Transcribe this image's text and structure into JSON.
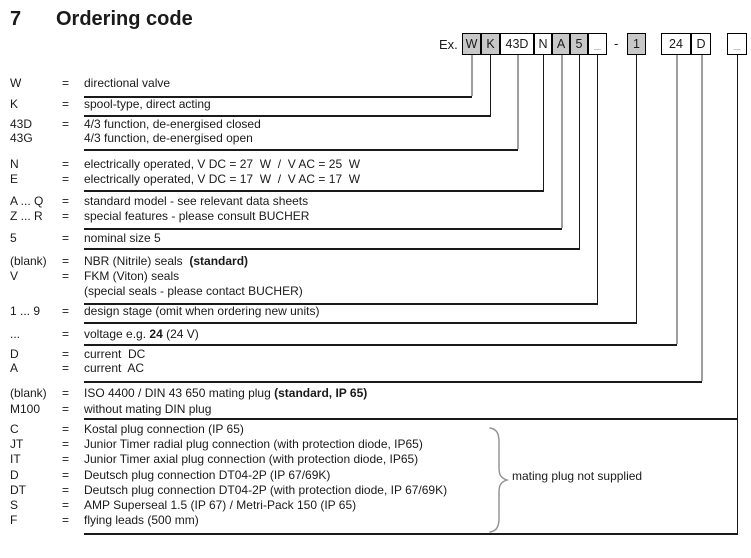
{
  "title": {
    "number": "7",
    "text": "Ordering code"
  },
  "example": {
    "label": "Ex.",
    "separator": "-",
    "boxes": [
      {
        "code": "W",
        "shaded": true,
        "muted_code": false
      },
      {
        "code": "K",
        "shaded": true,
        "muted_code": false
      },
      {
        "code": "43D",
        "shaded": false,
        "muted_code": false
      },
      {
        "code": "N",
        "shaded": false,
        "muted_code": false
      },
      {
        "code": "A",
        "shaded": true,
        "muted_code": false
      },
      {
        "code": "5",
        "shaded": true,
        "muted_code": false
      },
      {
        "code": "_",
        "shaded": false,
        "muted_code": true
      },
      {
        "code": "1",
        "shaded": true,
        "muted_code": false
      },
      {
        "code": "24",
        "shaded": false,
        "muted_code": false
      },
      {
        "code": "D",
        "shaded": false,
        "muted_code": false
      },
      {
        "code": "_",
        "shaded": false,
        "muted_code": true
      }
    ]
  },
  "groups": [
    {
      "entries": [
        {
          "code": "W",
          "eq": "=",
          "desc": [
            {
              "t": "directional valve"
            }
          ]
        }
      ]
    },
    {
      "entries": [
        {
          "code": "K",
          "eq": "=",
          "desc": [
            {
              "t": "spool-type, direct acting"
            }
          ]
        }
      ]
    },
    {
      "entries": [
        {
          "code": "43D",
          "eq": "=",
          "desc": [
            {
              "t": "4/3 function, de-energised closed"
            }
          ]
        },
        {
          "code": "43G",
          "eq": "",
          "desc": [
            {
              "t": "4/3 function, de-energised open"
            }
          ]
        }
      ]
    },
    {
      "entries": [
        {
          "code": "N",
          "eq": "=",
          "desc": [
            {
              "t": "electrically operated, V DC = 27  W  /  V AC = 25  W"
            }
          ]
        },
        {
          "code": "E",
          "eq": "=",
          "desc": [
            {
              "t": "electrically operated, V DC = 17  W  /  V AC = 17  W"
            }
          ]
        }
      ]
    },
    {
      "entries": [
        {
          "code": "A ... Q",
          "eq": "=",
          "desc": [
            {
              "t": "standard model - see relevant data sheets"
            }
          ]
        },
        {
          "code": "Z ... R",
          "eq": "=",
          "desc": [
            {
              "t": "special features - please consult BUCHER"
            }
          ]
        }
      ]
    },
    {
      "entries": [
        {
          "code": "5",
          "eq": "=",
          "desc": [
            {
              "t": "nominal size 5"
            }
          ]
        }
      ]
    },
    {
      "entries": [
        {
          "code": "(blank)",
          "eq": "=",
          "desc": [
            {
              "t": "NBR (Nitrile) seals  "
            },
            {
              "t": "(standard)",
              "b": true
            }
          ]
        },
        {
          "code": "V",
          "eq": "=",
          "desc": [
            {
              "t": "FKM (Viton) seals"
            }
          ]
        },
        {
          "code": "",
          "eq": "",
          "desc": [
            {
              "t": "(special seals - please contact BUCHER)"
            }
          ]
        }
      ]
    },
    {
      "entries": [
        {
          "code": "1 ... 9",
          "eq": "=",
          "desc": [
            {
              "t": "design stage (omit when ordering new units)"
            }
          ]
        }
      ]
    },
    {
      "entries": [
        {
          "code": "...",
          "eq": "=",
          "desc": [
            {
              "t": "voltage e.g. "
            },
            {
              "t": "24",
              "b": true
            },
            {
              "t": " (24 V)"
            }
          ]
        }
      ]
    },
    {
      "entries": [
        {
          "code": "D",
          "eq": "=",
          "desc": [
            {
              "t": "current  DC"
            }
          ]
        },
        {
          "code": "A",
          "eq": "=",
          "desc": [
            {
              "t": "current  AC"
            }
          ]
        }
      ]
    },
    {
      "entries": [
        {
          "code": "(blank)",
          "eq": "=",
          "desc": [
            {
              "t": "ISO 4400 / DIN 43 650 mating plug "
            },
            {
              "t": "(standard, IP 65)",
              "b": true
            }
          ]
        },
        {
          "code": "M100",
          "eq": "=",
          "desc": [
            {
              "t": "without mating DIN plug"
            }
          ]
        }
      ]
    },
    {
      "entries": [
        {
          "code": "C",
          "eq": "=",
          "desc": [
            {
              "t": "Kostal plug connection (IP 65)"
            }
          ]
        },
        {
          "code": "JT",
          "eq": "=",
          "desc": [
            {
              "t": "Junior Timer radial plug connection (with protection diode, IP65)"
            }
          ]
        },
        {
          "code": "IT",
          "eq": "=",
          "desc": [
            {
              "t": "Junior Timer axial plug connection (with protection diode, IP65)"
            }
          ]
        },
        {
          "code": "D",
          "eq": "=",
          "desc": [
            {
              "t": "Deutsch plug connection DT04-2P (IP 67/69K)"
            }
          ]
        },
        {
          "code": "DT",
          "eq": "=",
          "desc": [
            {
              "t": "Deutsch plug connection DT04-2P (with protection diode, IP 67/69K)"
            }
          ]
        },
        {
          "code": "S",
          "eq": "=",
          "desc": [
            {
              "t": "AMP Superseal 1.5 (IP 67) / Metri-Pack 150 (IP 65)"
            }
          ]
        },
        {
          "code": "F",
          "eq": "=",
          "desc": [
            {
              "t": "flying leads (500 mm)"
            }
          ]
        }
      ]
    }
  ],
  "brace": {
    "label": "mating plug not supplied"
  },
  "colors": {
    "box_shaded": "#c8c8c8",
    "box_border": "#000000",
    "text": "#1a1a1a",
    "line": "#1a1a1a",
    "line_gray": "#9e9e9e",
    "muted": "#8f8f8f",
    "brace": "#8f8f8f"
  }
}
